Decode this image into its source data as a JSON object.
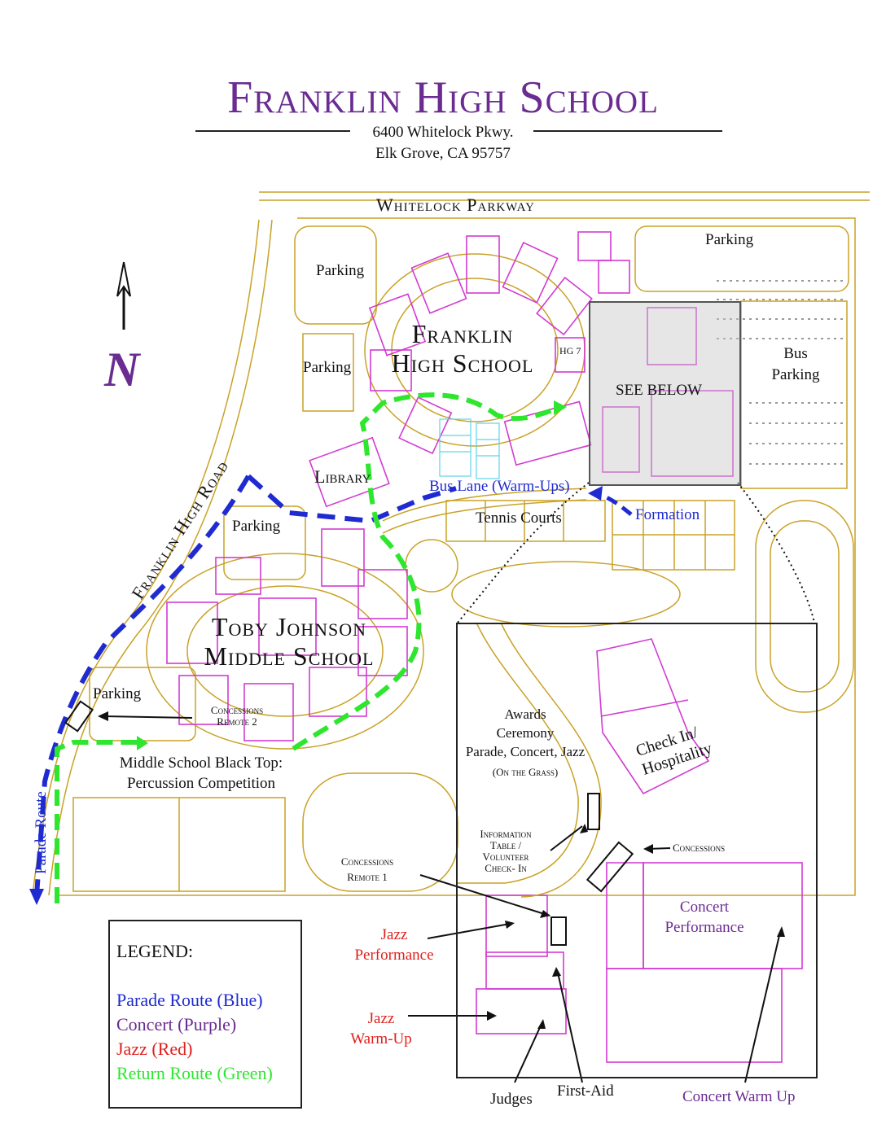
{
  "header": {
    "title": "Franklin High School",
    "address_line1": "6400 Whitelock Pkwy.",
    "address_line2": "Elk Grove, CA 95757"
  },
  "compass": {
    "letter": "N",
    "icon": "north-arrow-icon"
  },
  "streets": {
    "north": "Whitelock Parkway",
    "west": "Franklin High Road"
  },
  "buildings": {
    "high_school_line1": "Franklin",
    "high_school_line2": "High School",
    "middle_school_line1": "Toby Johnson",
    "middle_school_line2": "Middle School",
    "library": "Library",
    "hg7": "HG 7",
    "tennis": "Tennis Courts",
    "see_below": "SEE BELOW"
  },
  "parking": {
    "p1": "Parking",
    "p2": "Parking",
    "p3": "Parking",
    "p4": "Parking",
    "p5": "Parking",
    "bus_line1": "Bus",
    "bus_line2": "Parking"
  },
  "routes": {
    "bus_lane": "Bus Lane (Warm-Ups)",
    "formation": "Formation",
    "parade_route": "Parade Route"
  },
  "venues": {
    "concessions_remote2_line1": "Concessions",
    "concessions_remote2_line2": "Remote 2",
    "black_top_line1": "Middle School Black Top:",
    "black_top_line2": "Percussion Competition"
  },
  "inset": {
    "awards_line1": "Awards",
    "awards_line2": "Ceremony",
    "awards_line3": "Parade, Concert, Jazz",
    "awards_line4": "(On the Grass)",
    "checkin_line1": "Check In/",
    "checkin_line2": "Hospitality",
    "info_line1": "Information",
    "info_line2": "Table /",
    "info_line3": "Volunteer",
    "info_line4": "Check- In",
    "concessions": "Concessions",
    "remote1_line1": "Concessions",
    "remote1_line2": "Remote 1",
    "concert_line1": "Concert",
    "concert_line2": "Performance",
    "jazz_perf_line1": "Jazz",
    "jazz_perf_line2": "Performance",
    "jazz_warm_line1": "Jazz",
    "jazz_warm_line2": "Warm-Up",
    "judges": "Judges",
    "first_aid": "First-Aid",
    "concert_warm": "Concert Warm Up"
  },
  "legend": {
    "heading": "LEGEND:",
    "parade": "Parade Route (Blue)",
    "concert": "Concert (Purple)",
    "jazz": "Jazz (Red)",
    "return": "Return Route (Green)"
  },
  "colors": {
    "parade": "#1f2bd1",
    "concert": "#6a2c91",
    "jazz": "#e0201c",
    "return": "#2ee62e",
    "roads": "#c9a227",
    "buildings": "#d23bd2"
  }
}
